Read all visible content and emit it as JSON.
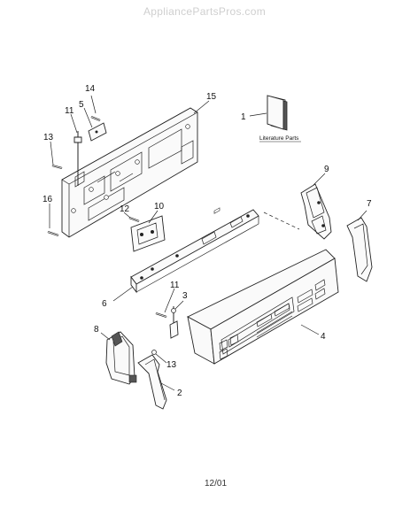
{
  "watermark": "AppliancePartsPros.com",
  "literature_label": "Literature Parts",
  "date_code": "12/01",
  "callouts": [
    {
      "key": "c1",
      "text": "1"
    },
    {
      "key": "c2",
      "text": "2"
    },
    {
      "key": "c3",
      "text": "3"
    },
    {
      "key": "c4",
      "text": "4"
    },
    {
      "key": "c5",
      "text": "5"
    },
    {
      "key": "c6",
      "text": "6"
    },
    {
      "key": "c7",
      "text": "7"
    },
    {
      "key": "c8",
      "text": "8"
    },
    {
      "key": "c9",
      "text": "9"
    },
    {
      "key": "c10",
      "text": "10"
    },
    {
      "key": "c11a",
      "text": "11"
    },
    {
      "key": "c11b",
      "text": "11"
    },
    {
      "key": "c12",
      "text": "12"
    },
    {
      "key": "c13a",
      "text": "13"
    },
    {
      "key": "c13b",
      "text": "13"
    },
    {
      "key": "c14",
      "text": "14"
    },
    {
      "key": "c15",
      "text": "15"
    },
    {
      "key": "c16",
      "text": "16"
    }
  ]
}
